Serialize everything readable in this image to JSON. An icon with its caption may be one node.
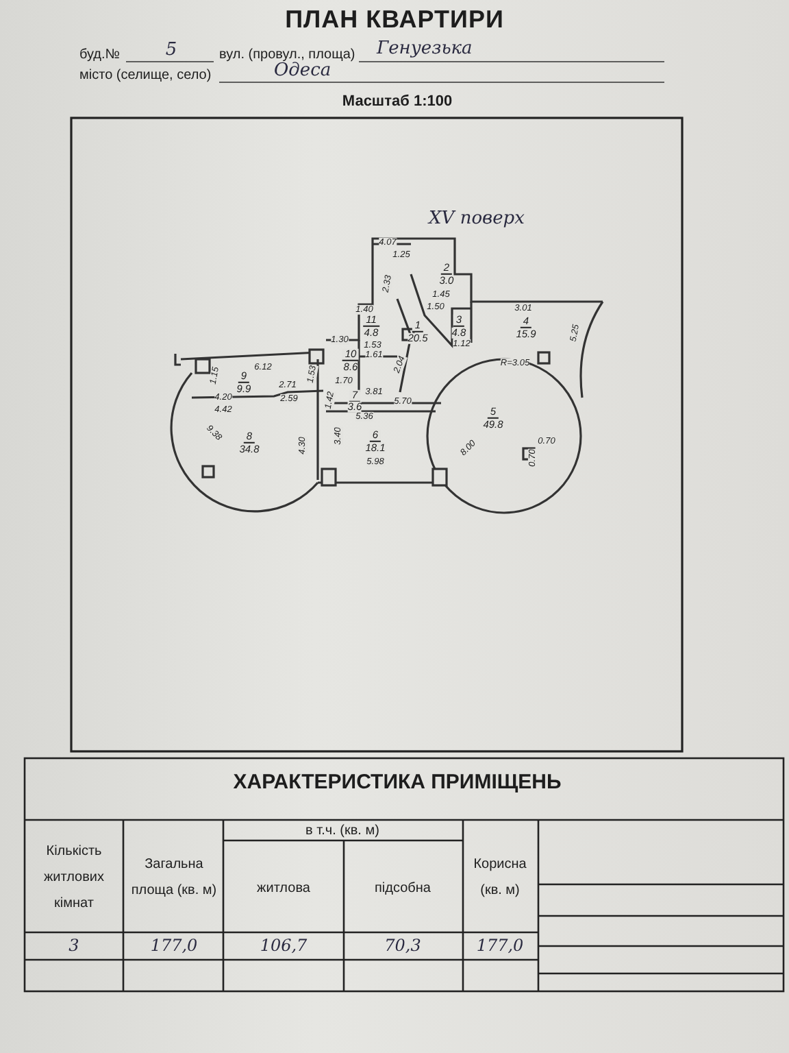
{
  "diagram": {
    "title": "ПЛАН КВАРТИРИ",
    "labels": [
      "буд.№",
      "5",
      "вул. (провул., площа)",
      "Генуезька",
      "місто (селище, село)",
      "Одеса",
      "Масштаб 1:100",
      "XV поверх",
      "4.07",
      "1.25",
      "2.33",
      "2",
      "3.0",
      "1.45",
      "1.50",
      "3",
      "4.8",
      "1.12",
      "1",
      "20.5",
      "2.04",
      "3.01",
      "4",
      "15.9",
      "5.25",
      "R=3.05",
      "5",
      "49.8",
      "8.00",
      "0.70",
      "0.70",
      "1.40",
      "11",
      "4.8",
      "1.53",
      "1.30",
      "10",
      "8.6",
      "1.61",
      "1.70",
      "6.12",
      "9",
      "9.9",
      "1.15",
      "2.71",
      "2.59",
      "1.53",
      "4.20",
      "4.42",
      "3.81",
      "7",
      "3.6",
      "5.70",
      "1.42",
      "5.36",
      "6",
      "18.1",
      "5.98",
      "3.40",
      "4.30",
      "9.38",
      "8",
      "34.8",
      "ХАРАКТЕРИСТИКА ПРИМІЩЕНЬ",
      "Кількість житлових кімнат",
      "Загальна площа (кв. м)",
      "в т.ч. (кв. м)",
      "житлова",
      "підсобна",
      "Корисна (кв. м)",
      "3",
      "177,0",
      "106,7",
      "70,3",
      "177,0"
    ]
  }
}
